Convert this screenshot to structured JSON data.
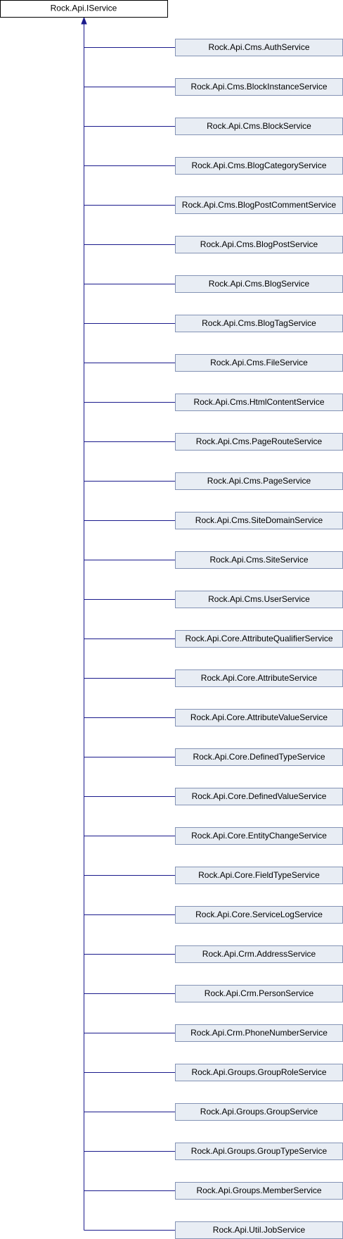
{
  "diagram": {
    "root": "Rock.Api.IService",
    "children": [
      "Rock.Api.Cms.AuthService",
      "Rock.Api.Cms.BlockInstanceService",
      "Rock.Api.Cms.BlockService",
      "Rock.Api.Cms.BlogCategoryService",
      "Rock.Api.Cms.BlogPostCommentService",
      "Rock.Api.Cms.BlogPostService",
      "Rock.Api.Cms.BlogService",
      "Rock.Api.Cms.BlogTagService",
      "Rock.Api.Cms.FileService",
      "Rock.Api.Cms.HtmlContentService",
      "Rock.Api.Cms.PageRouteService",
      "Rock.Api.Cms.PageService",
      "Rock.Api.Cms.SiteDomainService",
      "Rock.Api.Cms.SiteService",
      "Rock.Api.Cms.UserService",
      "Rock.Api.Core.AttributeQualifierService",
      "Rock.Api.Core.AttributeService",
      "Rock.Api.Core.AttributeValueService",
      "Rock.Api.Core.DefinedTypeService",
      "Rock.Api.Core.DefinedValueService",
      "Rock.Api.Core.EntityChangeService",
      "Rock.Api.Core.FieldTypeService",
      "Rock.Api.Core.ServiceLogService",
      "Rock.Api.Crm.AddressService",
      "Rock.Api.Crm.PersonService",
      "Rock.Api.Crm.PhoneNumberService",
      "Rock.Api.Groups.GroupRoleService",
      "Rock.Api.Groups.GroupService",
      "Rock.Api.Groups.GroupTypeService",
      "Rock.Api.Groups.MemberService",
      "Rock.Api.Util.JobService"
    ]
  },
  "colors": {
    "edge": "#1a1a8c",
    "child_fill": "#e8edf4",
    "child_stroke": "#8493b5",
    "root_fill": "#ffffff",
    "root_stroke": "#000000"
  }
}
